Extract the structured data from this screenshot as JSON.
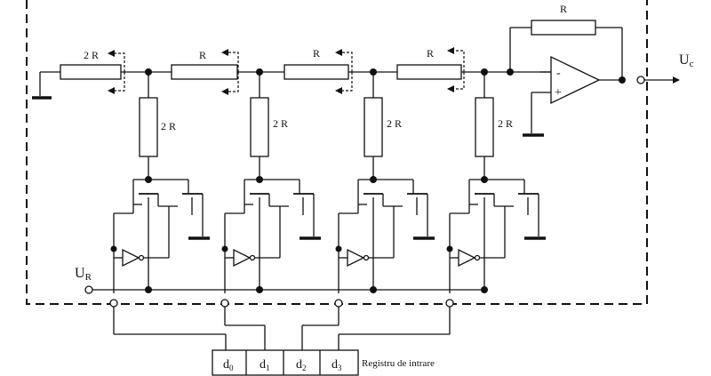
{
  "labels": {
    "r_feedback": "R",
    "r_ladder_first": "2 R",
    "r_series": "R",
    "r_shunt": "2 R",
    "output": "U",
    "output_sub": "c",
    "reference": "U",
    "reference_sub": "R",
    "opamp_minus": "-",
    "opamp_plus": "+",
    "register_caption": "Registru de intrare"
  },
  "bits": [
    {
      "letter": "d",
      "index": "0"
    },
    {
      "letter": "d",
      "index": "1"
    },
    {
      "letter": "d",
      "index": "2"
    },
    {
      "letter": "d",
      "index": "3"
    }
  ]
}
